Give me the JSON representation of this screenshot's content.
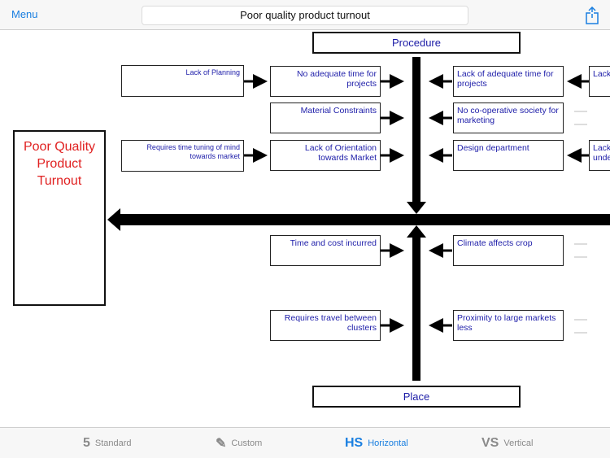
{
  "topbar": {
    "menu_label": "Menu",
    "title": "Poor quality product turnout"
  },
  "diagram": {
    "head_text": "Poor Quality Product Turnout",
    "categories": {
      "top": "Procedure",
      "bottom": "Place"
    },
    "causes": {
      "far_left_1": "Lack of Planning",
      "left_1": "No adequate time for projects",
      "right_1": "Lack of adequate time for projects",
      "right_edge_1": "Lack",
      "left_2": "Material Constraints",
      "right_2": "No co-operative society for marketing",
      "far_left_3": "Requires time tuning of mind towards market",
      "left_3": "Lack of Orientation towards Market",
      "right_3": "Design department",
      "right_edge_3": "Lack unde",
      "left_4": "Time and cost incurred",
      "right_4": "Climate affects crop",
      "left_5": "Requires travel between clusters",
      "right_5": "Proximity to large markets less"
    }
  },
  "tabbar": {
    "tabs": [
      {
        "label": "Standard",
        "icon": "standard-5-icon"
      },
      {
        "label": "Custom",
        "icon": "pencil-icon"
      },
      {
        "label": "Horizontal",
        "icon": "horizontal-hs-icon"
      },
      {
        "label": "Vertical",
        "icon": "vertical-vs-icon"
      }
    ],
    "active": "Horizontal",
    "accent_color": "#1a7fe0"
  }
}
